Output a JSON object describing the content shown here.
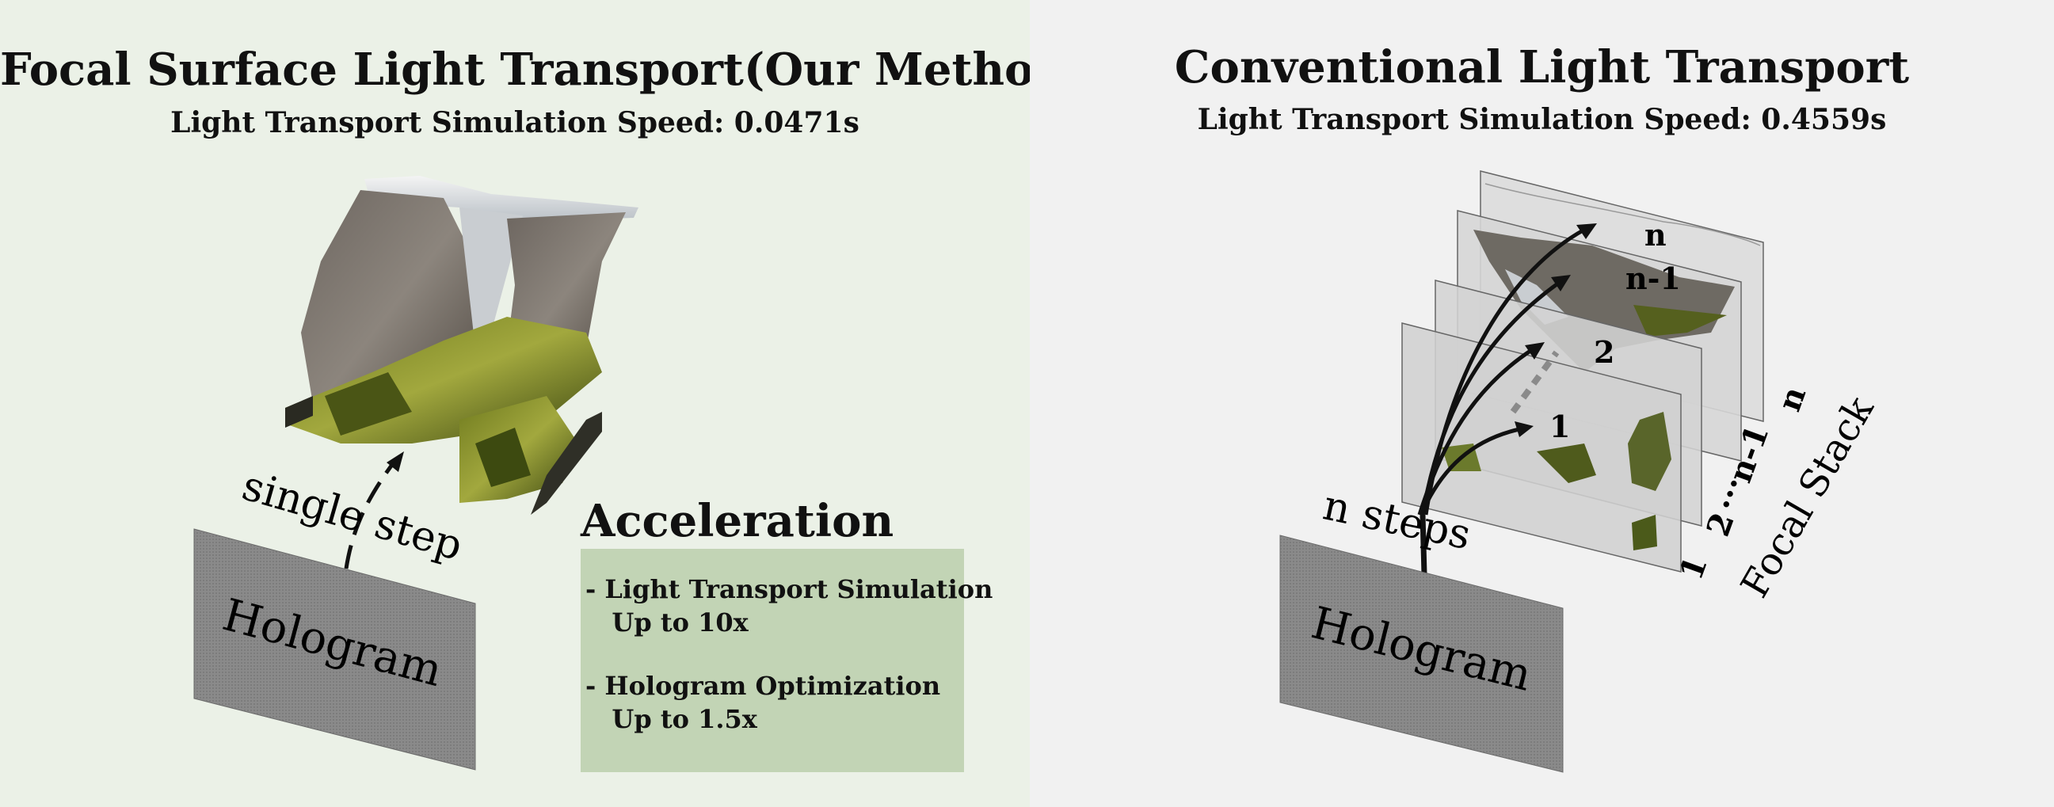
{
  "left": {
    "title": "Focal Surface Light Transport",
    "title_suffix": "(Our Method)",
    "speed": "Light Transport Simulation Speed: 0.0471s",
    "step_label": "single step",
    "hologram_label": "Hologram",
    "acceleration": {
      "heading": "Acceleration",
      "item1_line1": "- Light Transport Simulation",
      "item1_line2": "   Up to 10x",
      "item2_line1": "- Hologram Optimization",
      "item2_line2": "   Up to 1.5x"
    }
  },
  "right": {
    "title": "Conventional Light Transport",
    "speed": "Light Transport Simulation Speed: 0.4559s",
    "steps_label": "n steps",
    "hologram_label": "Hologram",
    "arrow_labels": [
      "1",
      "2",
      "n-1",
      "n"
    ],
    "stack_index_labels": [
      "1",
      "2",
      "···",
      "n-1",
      "n"
    ],
    "stack_label": "Focal Stack"
  },
  "colors": {
    "left_bg": "#ebf1e7",
    "right_bg": "#f1f1f1",
    "accel_box": "#c2d4b5",
    "hologram": "#8a8a8a",
    "plane_fill": "#d9d9d9"
  }
}
